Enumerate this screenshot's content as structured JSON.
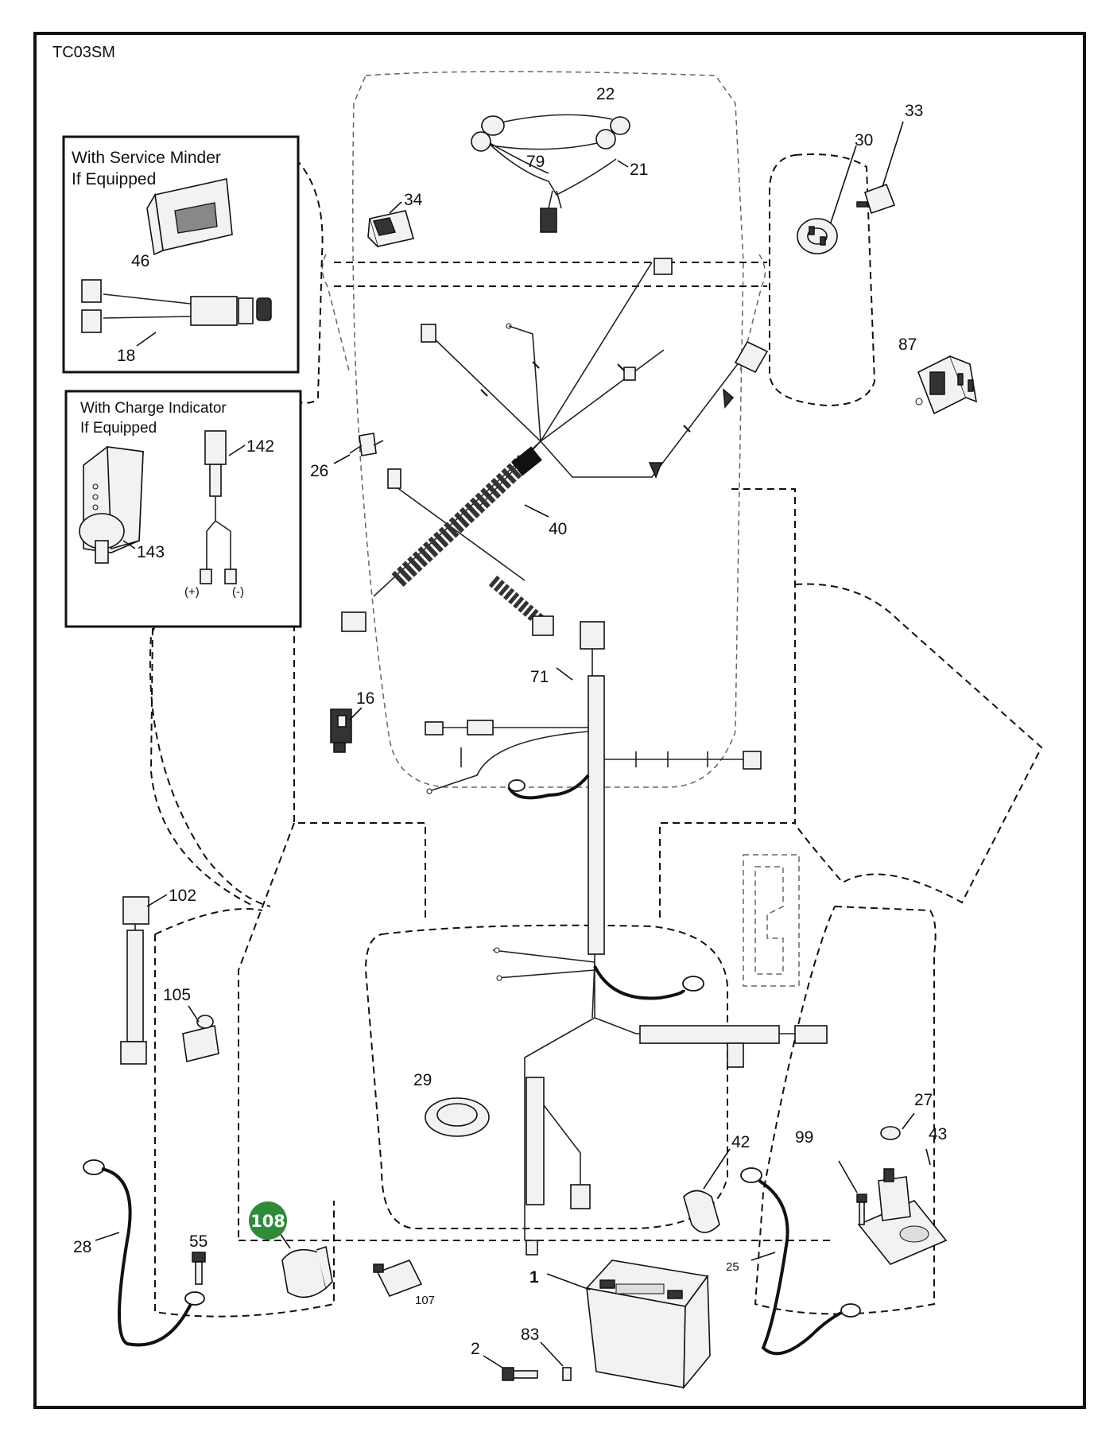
{
  "diagram": {
    "code": "TC03SM",
    "inset_service_minder": {
      "title_line1": "With Service Minder",
      "title_line2": "If Equipped",
      "parts": [
        "46",
        "18"
      ]
    },
    "inset_charge_indicator": {
      "title_line1": "With Charge Indicator",
      "title_line2": "If Equipped",
      "parts": [
        "142",
        "143"
      ],
      "terminal_plus": "(+)",
      "terminal_minus": "(-)"
    },
    "labels": {
      "p22": "22",
      "p79": "79",
      "p21": "21",
      "p34": "34",
      "p30": "30",
      "p33": "33",
      "p87": "87",
      "p26": "26",
      "p40": "40",
      "p71": "71",
      "p16": "16",
      "p102": "102",
      "p105": "105",
      "p29": "29",
      "p27": "27",
      "p43": "43",
      "p42": "42",
      "p99": "99",
      "p28": "28",
      "p55": "55",
      "p107": "107",
      "p1": "1",
      "p25": "25",
      "p2": "2",
      "p83": "83"
    },
    "highlighted": {
      "label": "108",
      "color": "#2e8b3a"
    }
  }
}
